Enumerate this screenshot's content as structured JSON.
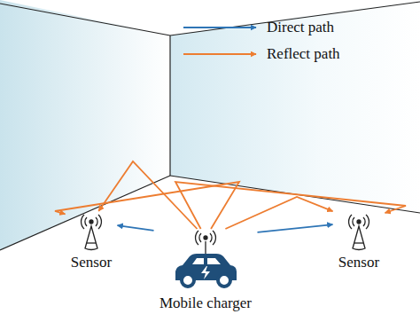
{
  "diagram": {
    "nodes": [
      {
        "text": [
          "Sensor"
        ]
      },
      {
        "text": [
          "Mobile charger"
        ]
      },
      {
        "text": [
          "Sensor"
        ]
      }
    ],
    "edges": [
      {
        "from": 1,
        "to": 0,
        "arrow": "to"
      },
      {
        "from": 1,
        "to": 2,
        "arrow": "to"
      },
      {
        "from": 1,
        "to": 0,
        "arrow": "to"
      },
      {
        "from": 1,
        "to": 0,
        "arrow": "to"
      },
      {
        "from": 1,
        "to": 2,
        "arrow": "to"
      },
      {
        "from": 1,
        "to": 2,
        "arrow": "to"
      }
    ],
    "legend": [
      {
        "text": "Direct path"
      },
      {
        "text": "Reflect path"
      }
    ]
  }
}
